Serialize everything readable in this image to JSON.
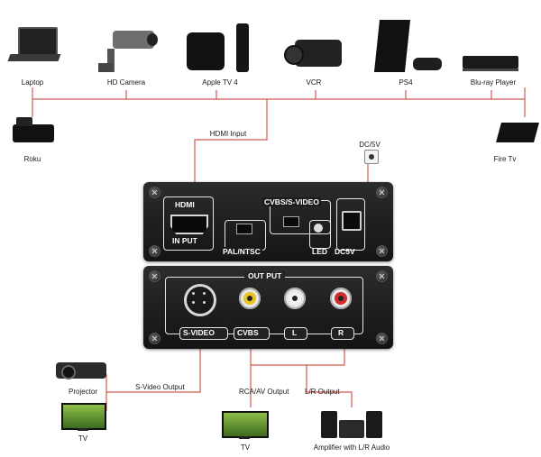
{
  "sources": {
    "laptop": "Laptop",
    "hd_camera": "HD Camera",
    "apple_tv": "Apple TV 4",
    "vcr": "VCR",
    "ps4": "PS4",
    "bluray": "Blu-ray Player",
    "roku": "Roku",
    "fire_tv": "Fire Tv"
  },
  "connections": {
    "hdmi_input": "HDMI Input",
    "dc5v": "DC/5V",
    "svideo_output": "S-Video Output",
    "rca_av_output": "RCA/AV Output",
    "lr_output": "L/R  Output"
  },
  "front_panel": {
    "hdmi": "HDMI",
    "input": "IN PUT",
    "pal_ntsc": "PAL/NTSC",
    "cvbs_svideo": "CVBS/S-VIDEO",
    "led": "LED",
    "dc5v": "DC5V"
  },
  "back_panel": {
    "output": "OUT PUT",
    "svideo": "S-VIDEO",
    "cvbs": "CVBS",
    "left": "L",
    "right": "R"
  },
  "outputs": {
    "projector": "Projector",
    "tv_svideo": "TV",
    "tv_rca": "TV",
    "amplifier": "Amplifier with L/R Audio"
  },
  "colors": {
    "wire": "#cc5a55",
    "panel": "#1e1e20",
    "rca_yellow": "#e8c21e",
    "rca_white": "#f2f2f2",
    "rca_red": "#d02a2a"
  }
}
